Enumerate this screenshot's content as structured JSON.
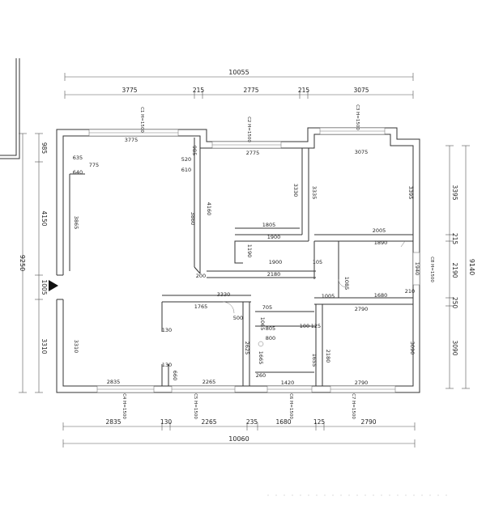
{
  "top_total": "10055",
  "top_segments": [
    "3775",
    "215",
    "2775",
    "215",
    "3075"
  ],
  "bottom_total": "10060",
  "bottom_segments": [
    "2835",
    "130",
    "2265",
    "235",
    "1680",
    "125",
    "2790"
  ],
  "left_total": "9250",
  "left_segments": [
    "985",
    "4150",
    "1005",
    "3310"
  ],
  "right_total": "9140",
  "right_segments": [
    "3395",
    "215",
    "2190",
    "250",
    "3090"
  ],
  "window_tags": [
    "C1 H=1500",
    "C2 H=1500",
    "C3 H=1500",
    "C4 H=1500",
    "C5 H=1500",
    "C6 H=1500",
    "C7 H=1500",
    "C8 H=1500"
  ],
  "room_dims": {
    "r1_top": "3775",
    "r1_h": "3865",
    "r1_635": "635",
    "r1_775": "775",
    "r1_640": "640",
    "r1_985": "985",
    "r1_520": "520",
    "r1_610": "610",
    "r1_3860": "3860",
    "r1_200": "200",
    "r2_top": "2775",
    "r2_h": "3330",
    "r2_4160": "4160",
    "r2_1805": "1805",
    "r2_1900": "1900",
    "r2_1190": "1190",
    "r2_1900b": "1900",
    "r2_2180": "2180",
    "r2_105": "105",
    "r3_top": "3075",
    "r3_h": "3395",
    "r3_3335": "3335",
    "r3_2005": "2005",
    "r3_1890": "1890",
    "r3_1940": "1940",
    "r3_1680": "1680",
    "r3_1085": "1085",
    "r3_1005": "1005",
    "r3_210": "210",
    "r4_3330": "3330",
    "r4_1765": "1765",
    "r4_705": "705",
    "r4_500": "500",
    "r4_130": "130",
    "r4_2625": "2625",
    "r4_805": "805",
    "r4_800": "800",
    "r4_1065": "1065",
    "r4_1665": "1665",
    "r4_260": "260",
    "r4_1420": "1420",
    "r5_2790": "2790",
    "r5_3090": "3090",
    "r5_2180": "2180",
    "r5_1655": "1655",
    "r5_100": "100",
    "r5_2790b": "2790",
    "r5_125": "125",
    "r6_3310": "3310",
    "r6_2835": "2835",
    "r6_2265": "2265",
    "r6_130": "130",
    "r6_660": "660"
  }
}
